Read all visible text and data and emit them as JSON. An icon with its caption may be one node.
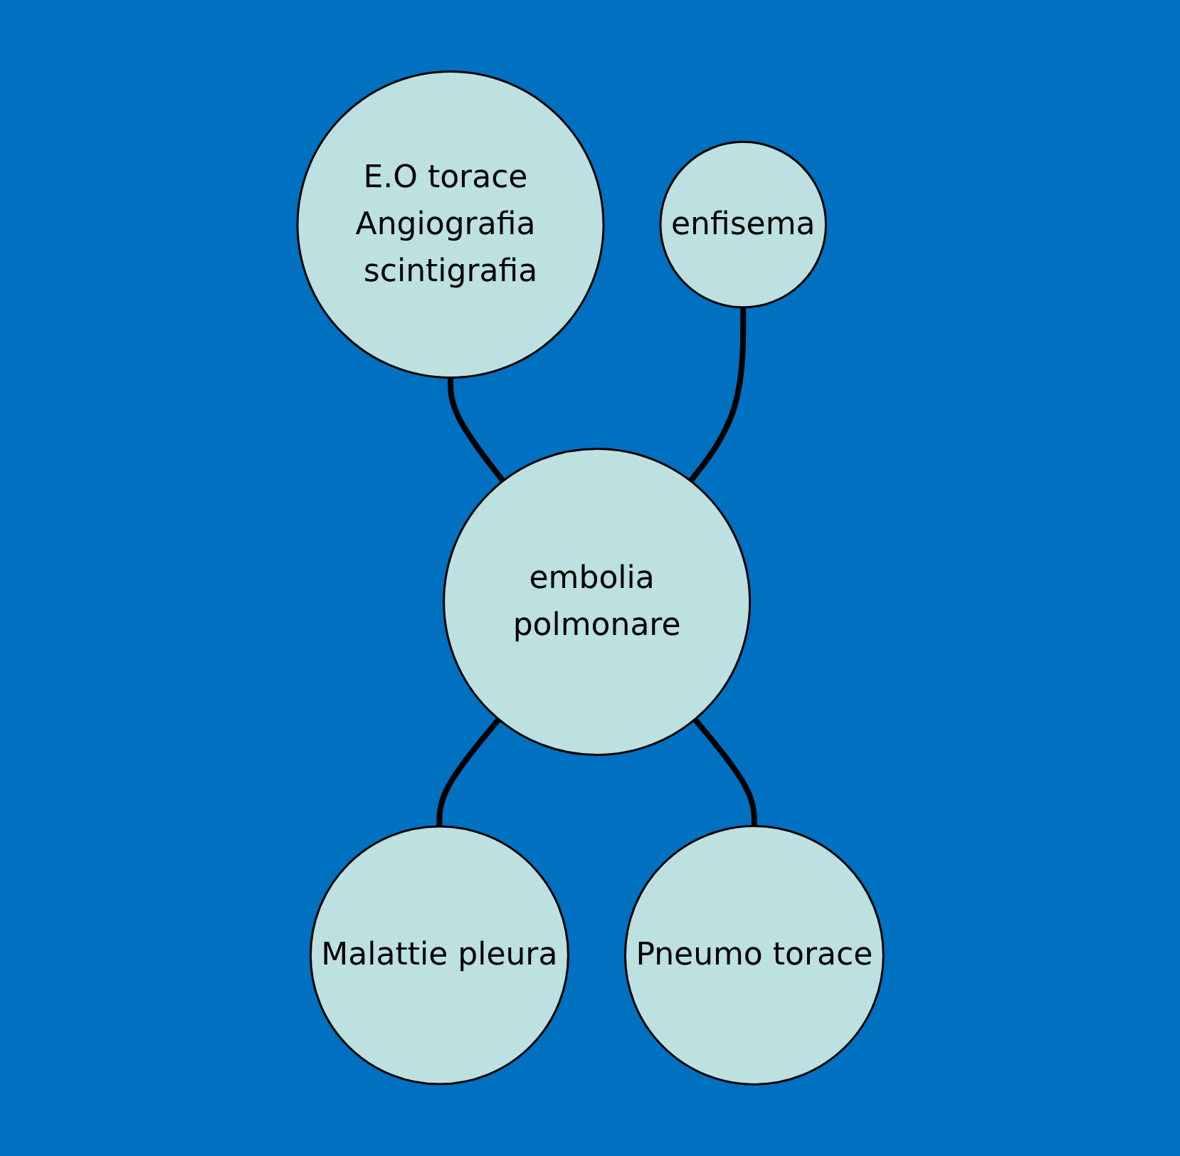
{
  "diagram": {
    "nodes": [
      {
        "text": [
          "E.O torace Angiografia scintigrafia"
        ]
      },
      {
        "text": [
          "enfisema"
        ]
      },
      {
        "text": [
          "embolia polmonare"
        ]
      },
      {
        "text": [
          "Malattie pleura"
        ]
      },
      {
        "text": [
          "Pneumo torace"
        ]
      }
    ],
    "edges": [
      {
        "from": 0,
        "to": 2,
        "arrow": "none"
      },
      {
        "from": 1,
        "to": 2,
        "arrow": "none"
      },
      {
        "from": 2,
        "to": 3,
        "arrow": "none"
      },
      {
        "from": 2,
        "to": 4,
        "arrow": "none"
      }
    ]
  }
}
